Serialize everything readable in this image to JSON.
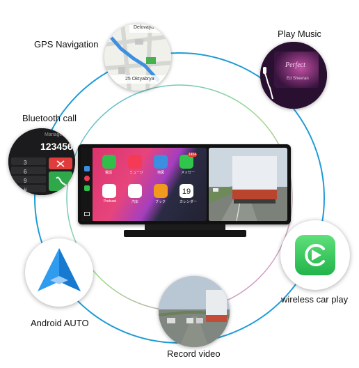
{
  "features": {
    "gps": {
      "label": "GPS Navigation",
      "icon": "map-navigation-icon",
      "map_street_top": "Delovaya",
      "map_street_bottom": "25 Oktyabrya"
    },
    "music": {
      "label": "Play Music",
      "icon": "music-player-icon",
      "album_title": "Perfect",
      "album_sub": "Ed Sheeran"
    },
    "bluetooth": {
      "label": "Bluetooth call",
      "icon": "phone-dialer-icon",
      "manage_text": "Manage",
      "dialed_number": "123456",
      "keys": [
        "3",
        "6",
        "9",
        "#"
      ]
    },
    "android": {
      "label": "Android AUTO",
      "icon": "android-auto-icon"
    },
    "record": {
      "label": "Record video",
      "icon": "dashcam-recording-icon"
    },
    "carplay": {
      "label": "wireless car play",
      "icon": "carplay-icon"
    }
  },
  "device": {
    "apps": [
      {
        "name": "phone-app",
        "caption": "電話",
        "color": "#2fbf4a"
      },
      {
        "name": "music-app",
        "caption": "ミュージ",
        "color": "#f43a55"
      },
      {
        "name": "maps-app",
        "caption": "地図",
        "color": "#3c8ee0"
      },
      {
        "name": "messages-app",
        "caption": "メッセー",
        "color": "#30c64c",
        "badge": "1454"
      },
      {
        "name": "podcast-app",
        "caption": "Podcast",
        "color": "#ffffff"
      },
      {
        "name": "car-app",
        "caption": "汽车",
        "color": "#ffffff"
      },
      {
        "name": "books-app",
        "caption": "ブック",
        "color": "#f29a1e"
      },
      {
        "name": "calendar-app",
        "caption": "カレンダー",
        "color": "#ffffff",
        "date": "19"
      }
    ],
    "page_dots": 3
  },
  "colors": {
    "ring_blue": "#1e9bd7",
    "ring_green": "#3ccf6a",
    "ring_pink": "#e06ad0",
    "carplay_green": "#34c759"
  }
}
